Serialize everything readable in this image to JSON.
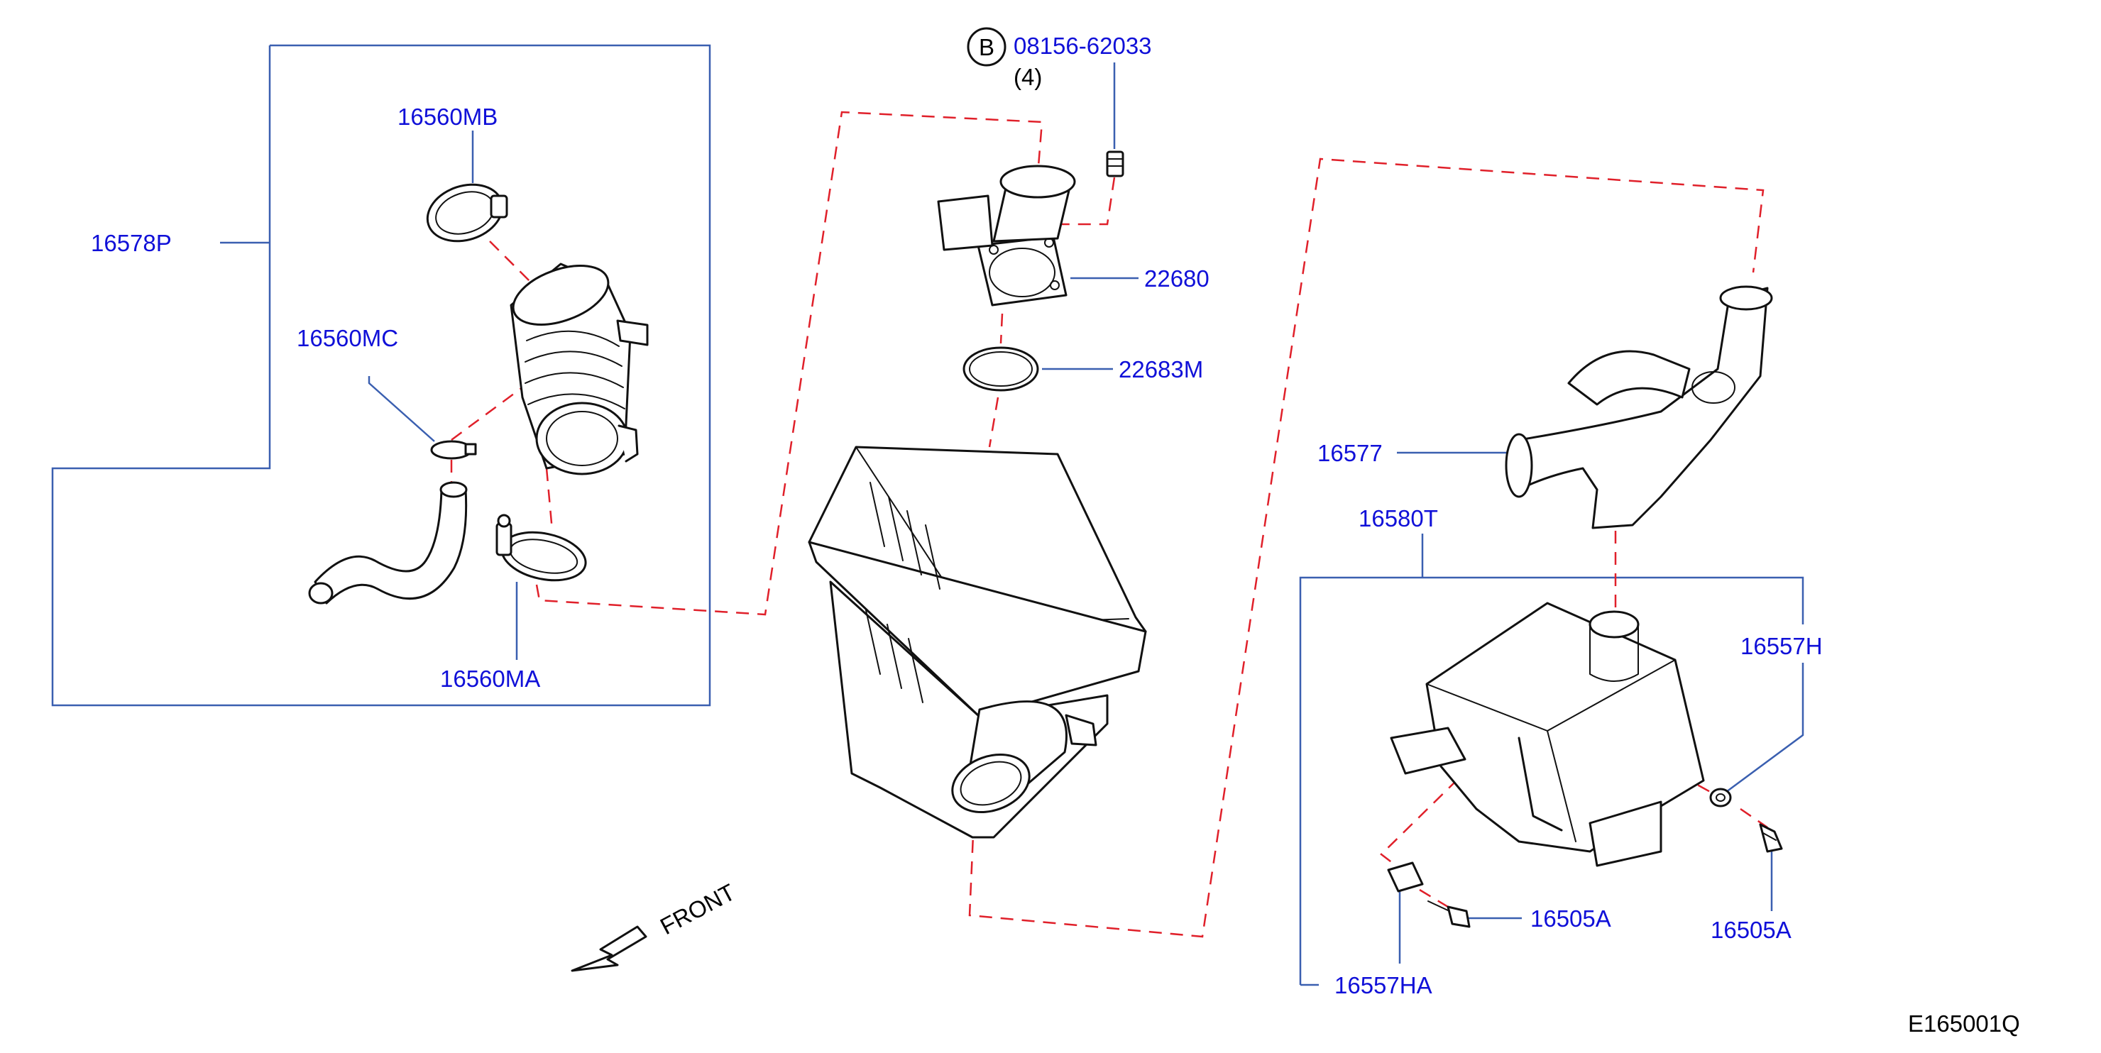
{
  "labels": {
    "p16578P": "16578P",
    "p16560MB": "16560MB",
    "p16560MC": "16560MC",
    "p16560MA": "16560MA",
    "bolt_code": "08156-62033",
    "bolt_badge": "B",
    "bolt_qty": "(4)",
    "p22680": "22680",
    "p22683M": "22683M",
    "p16577": "16577",
    "p16580T": "16580T",
    "p16557H": "16557H",
    "p16505A_center": "16505A",
    "p16505A_right": "16505A",
    "p16557HA": "16557HA",
    "front": "FRONT",
    "diagram_id": "E165001Q"
  }
}
